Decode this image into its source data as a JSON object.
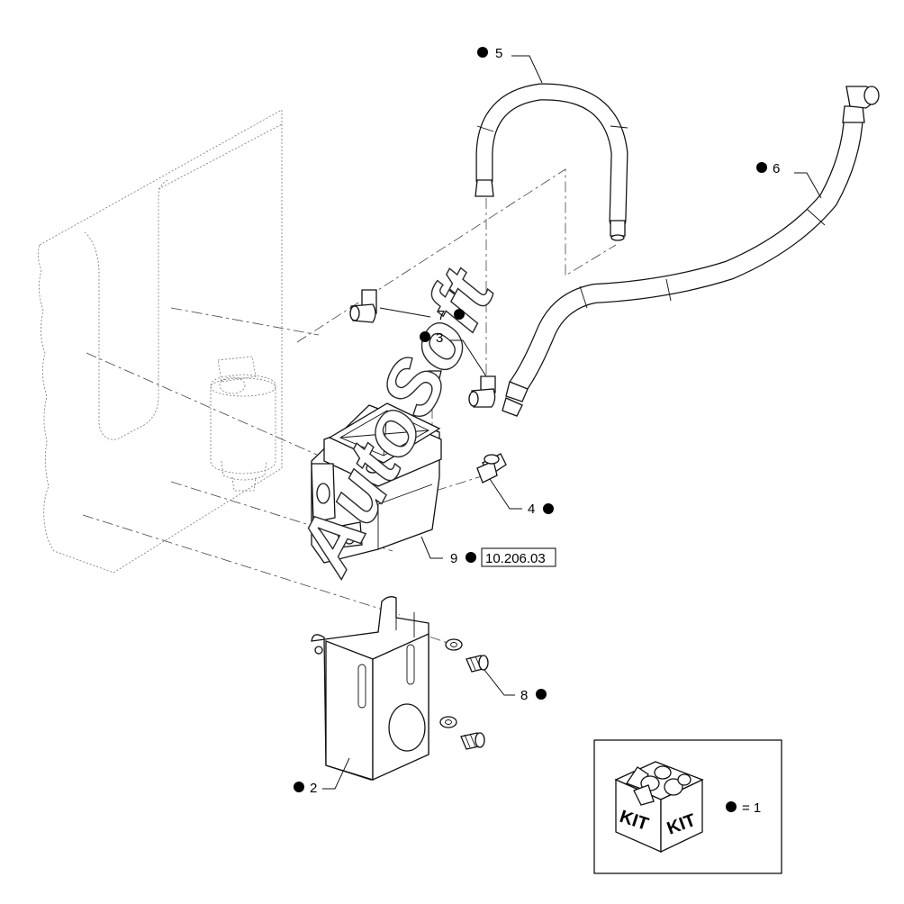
{
  "callouts": {
    "c2": "2",
    "c3": "3",
    "c4": "4",
    "c5": "5",
    "c6": "6",
    "c7": "7",
    "c8": "8",
    "c9": "9",
    "ref9": "10.206.03"
  },
  "kit": {
    "word_left": "KIT",
    "word_right": "KIT",
    "equals_label": "= 1"
  },
  "watermark": "AutoSoft",
  "colors": {
    "ink": "#000000",
    "background": "#ffffff"
  }
}
